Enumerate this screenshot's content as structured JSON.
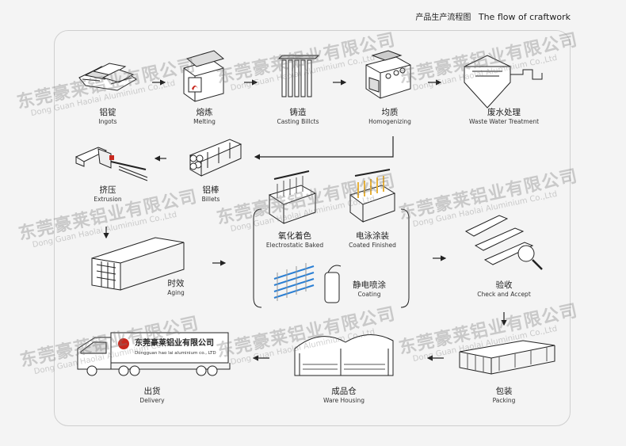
{
  "header": {
    "cn": "产品生产流程图",
    "en": "The flow of craftwork"
  },
  "steps": {
    "ingots": {
      "cn": "铝锭",
      "en": "Ingots"
    },
    "melting": {
      "cn": "熔炼",
      "en": "Melting"
    },
    "casting": {
      "cn": "铸造",
      "en": "Casting Billcts"
    },
    "homogenizing": {
      "cn": "均质",
      "en": "Homogenizing"
    },
    "waste": {
      "cn": "废水处理",
      "en": "Waste Water Treatment"
    },
    "billets": {
      "cn": "铝棒",
      "en": "Billets"
    },
    "extrusion": {
      "cn": "挤压",
      "en": "Extrusion"
    },
    "aging": {
      "cn": "时效",
      "en": "Aging"
    },
    "anodized": {
      "cn": "氧化着色",
      "en": "Electrostatic Baked"
    },
    "electro": {
      "cn": "电泳涂装",
      "en": "Coated Finished"
    },
    "coating": {
      "cn": "静电喷涂",
      "en": "Coating"
    },
    "check": {
      "cn": "验收",
      "en": "Check and Accept"
    },
    "packing": {
      "cn": "包装",
      "en": "Packing"
    },
    "warehouse": {
      "cn": "成品仓",
      "en": "Ware Housing"
    },
    "delivery": {
      "cn": "出货",
      "en": "Delivery"
    }
  },
  "truck": {
    "cn": "东莞豪莱铝业有限公司",
    "en": "Dongguan hao lai aluminium co., LTD"
  },
  "watermark": {
    "cn": "东莞豪莱铝业有限公司",
    "en": "Dong Guan Haolai Aluminium Co.,Ltd"
  },
  "colors": {
    "line": "#222222",
    "coating_blue": "#2a7fd4",
    "electro_yellow": "#e8b23a",
    "logo_red": "#c8281e"
  }
}
